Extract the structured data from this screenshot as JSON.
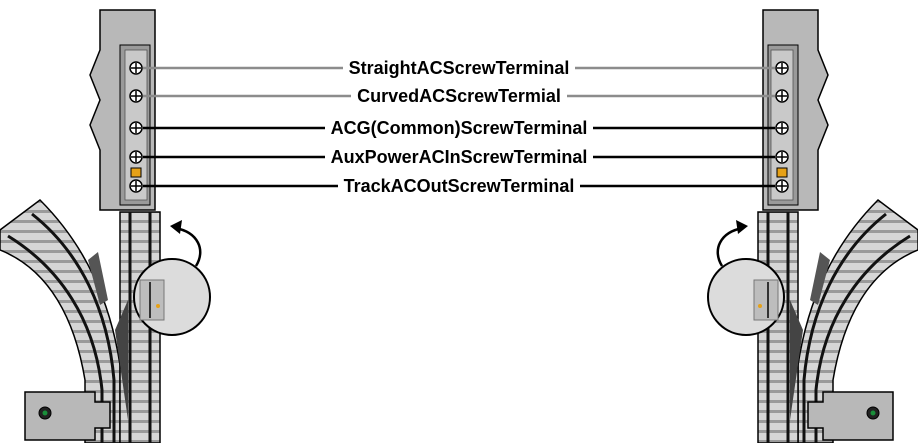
{
  "labels": {
    "straight": "StraightACScrewTerminal",
    "curved": "CurvedACScrewTermial",
    "common": "ACG(Common)ScrewTerminal",
    "aux": "AuxPowerACInScrewTerminal",
    "track": "TrackACOutScrewTerminal"
  },
  "colors": {
    "line_gray": "#8c8c8c",
    "line_black": "#000000",
    "panel": "#9a9a9a",
    "panel_dark": "#6e6e6e",
    "ballast": "#cfcfcf",
    "rail": "#222222",
    "accent_orange": "#e6a117",
    "lamp_green": "#1a8f3a",
    "magnifier": "#dcdcdc"
  },
  "icons": [
    "screw-icon",
    "arrow-icon",
    "magnifier-icon",
    "switch-machine-icon",
    "lamp-icon"
  ]
}
